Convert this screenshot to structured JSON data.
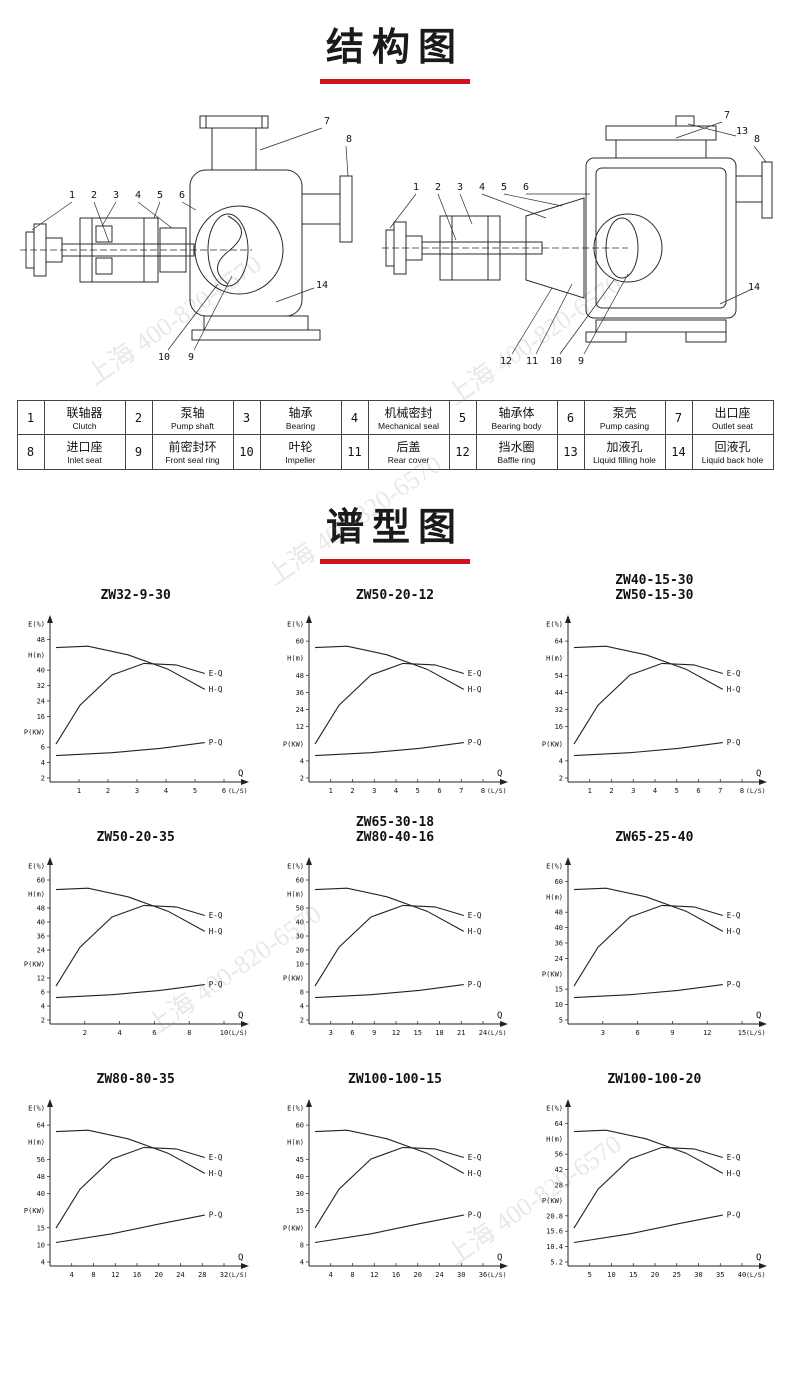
{
  "page": {
    "watermark": "上海 400-820-6570"
  },
  "sections": {
    "structure": {
      "title": "结构图"
    },
    "spectrum": {
      "title": "谱型图"
    }
  },
  "diagrams": {
    "left_callouts": [
      "1",
      "2",
      "3",
      "4",
      "5",
      "6",
      "7",
      "8",
      "9",
      "10",
      "14"
    ],
    "right_callouts": [
      "1",
      "2",
      "3",
      "4",
      "5",
      "6",
      "7",
      "8",
      "9",
      "10",
      "11",
      "12",
      "13",
      "14"
    ]
  },
  "parts": [
    {
      "no": "1",
      "cn": "联轴器",
      "en": "Clutch"
    },
    {
      "no": "2",
      "cn": "泵轴",
      "en": "Pump shaft"
    },
    {
      "no": "3",
      "cn": "轴承",
      "en": "Bearing"
    },
    {
      "no": "4",
      "cn": "机械密封",
      "en": "Mechanical seal"
    },
    {
      "no": "5",
      "cn": "轴承体",
      "en": "Bearing body"
    },
    {
      "no": "6",
      "cn": "泵壳",
      "en": "Pump casing"
    },
    {
      "no": "7",
      "cn": "出口座",
      "en": "Outlet seat"
    },
    {
      "no": "8",
      "cn": "进口座",
      "en": "Inlet seat"
    },
    {
      "no": "9",
      "cn": "前密封环",
      "en": "Front seal ring"
    },
    {
      "no": "10",
      "cn": "叶轮",
      "en": "Impeller"
    },
    {
      "no": "11",
      "cn": "后盖",
      "en": "Rear cover"
    },
    {
      "no": "12",
      "cn": "挡水圈",
      "en": "Baffle ring"
    },
    {
      "no": "13",
      "cn": "加液孔",
      "en": "Liquid filling hole"
    },
    {
      "no": "14",
      "cn": "回液孔",
      "en": "Liquid back hole"
    }
  ],
  "chart_data": [
    {
      "type": "line",
      "title_lines": [
        "ZW32-9-30"
      ],
      "left_labels": [
        "E(%)",
        "48",
        "H(m)",
        "40",
        "32",
        "24",
        "16",
        "P(KW)",
        "6",
        "4",
        "2"
      ],
      "x_ticks": [
        "1",
        "2",
        "3",
        "4",
        "5",
        "6"
      ],
      "x_axis_label": "Q",
      "x_unit": "(L/S)",
      "series": [
        {
          "name": "E-Q",
          "points": [
            [
              0,
              0.82
            ],
            [
              0.15,
              0.55
            ],
            [
              0.35,
              0.34
            ],
            [
              0.55,
              0.26
            ],
            [
              0.75,
              0.27
            ],
            [
              0.93,
              0.33
            ]
          ]
        },
        {
          "name": "H-Q",
          "points": [
            [
              0,
              0.15
            ],
            [
              0.2,
              0.14
            ],
            [
              0.45,
              0.2
            ],
            [
              0.7,
              0.3
            ],
            [
              0.93,
              0.44
            ]
          ]
        },
        {
          "name": "P-Q",
          "points": [
            [
              0,
              0.9
            ],
            [
              0.35,
              0.88
            ],
            [
              0.65,
              0.85
            ],
            [
              0.93,
              0.81
            ]
          ]
        }
      ]
    },
    {
      "type": "line",
      "title_lines": [
        "ZW50-20-12"
      ],
      "left_labels": [
        "E(%)",
        "60",
        "H(m)",
        "48",
        "36",
        "24",
        "12",
        "P(KW)",
        "4",
        "2"
      ],
      "x_ticks": [
        "1",
        "2",
        "3",
        "4",
        "5",
        "6",
        "7",
        "8"
      ],
      "x_axis_label": "Q",
      "x_unit": "(L/S)",
      "series": [
        {
          "name": "E-Q",
          "points": [
            [
              0,
              0.82
            ],
            [
              0.15,
              0.55
            ],
            [
              0.35,
              0.34
            ],
            [
              0.55,
              0.26
            ],
            [
              0.75,
              0.27
            ],
            [
              0.93,
              0.33
            ]
          ]
        },
        {
          "name": "H-Q",
          "points": [
            [
              0,
              0.15
            ],
            [
              0.2,
              0.14
            ],
            [
              0.45,
              0.2
            ],
            [
              0.7,
              0.3
            ],
            [
              0.93,
              0.44
            ]
          ]
        },
        {
          "name": "P-Q",
          "points": [
            [
              0,
              0.9
            ],
            [
              0.35,
              0.88
            ],
            [
              0.65,
              0.85
            ],
            [
              0.93,
              0.81
            ]
          ]
        }
      ]
    },
    {
      "type": "line",
      "title_lines": [
        "ZW40-15-30",
        "ZW50-15-30"
      ],
      "left_labels": [
        "E(%)",
        "64",
        "H(m)",
        "54",
        "44",
        "32",
        "16",
        "P(KW)",
        "4",
        "2"
      ],
      "x_ticks": [
        "1",
        "2",
        "3",
        "4",
        "5",
        "6",
        "7",
        "8"
      ],
      "x_axis_label": "Q",
      "x_unit": "(L/S)",
      "series": [
        {
          "name": "E-Q",
          "points": [
            [
              0,
              0.82
            ],
            [
              0.15,
              0.55
            ],
            [
              0.35,
              0.34
            ],
            [
              0.55,
              0.26
            ],
            [
              0.75,
              0.27
            ],
            [
              0.93,
              0.33
            ]
          ]
        },
        {
          "name": "H-Q",
          "points": [
            [
              0,
              0.15
            ],
            [
              0.2,
              0.14
            ],
            [
              0.45,
              0.2
            ],
            [
              0.7,
              0.3
            ],
            [
              0.93,
              0.44
            ]
          ]
        },
        {
          "name": "P-Q",
          "points": [
            [
              0,
              0.9
            ],
            [
              0.35,
              0.88
            ],
            [
              0.65,
              0.85
            ],
            [
              0.93,
              0.81
            ]
          ]
        }
      ]
    },
    {
      "type": "line",
      "title_lines": [
        "ZW50-20-35"
      ],
      "left_labels": [
        "E(%)",
        "60",
        "H(m)",
        "48",
        "40",
        "36",
        "24",
        "P(KW)",
        "12",
        "6",
        "4",
        "2"
      ],
      "x_ticks": [
        "2",
        "4",
        "6",
        "8",
        "10"
      ],
      "x_axis_label": "Q",
      "x_unit": "(L/S)",
      "series": [
        {
          "name": "E-Q",
          "points": [
            [
              0,
              0.82
            ],
            [
              0.15,
              0.55
            ],
            [
              0.35,
              0.34
            ],
            [
              0.55,
              0.26
            ],
            [
              0.75,
              0.27
            ],
            [
              0.93,
              0.33
            ]
          ]
        },
        {
          "name": "H-Q",
          "points": [
            [
              0,
              0.15
            ],
            [
              0.2,
              0.14
            ],
            [
              0.45,
              0.2
            ],
            [
              0.7,
              0.3
            ],
            [
              0.93,
              0.44
            ]
          ]
        },
        {
          "name": "P-Q",
          "points": [
            [
              0,
              0.9
            ],
            [
              0.35,
              0.88
            ],
            [
              0.65,
              0.85
            ],
            [
              0.93,
              0.81
            ]
          ]
        }
      ]
    },
    {
      "type": "line",
      "title_lines": [
        "ZW65-30-18",
        "ZW80-40-16"
      ],
      "left_labels": [
        "E(%)",
        "60",
        "H(m)",
        "50",
        "40",
        "30",
        "20",
        "10",
        "P(KW)",
        "8",
        "4",
        "2"
      ],
      "x_ticks": [
        "3",
        "6",
        "9",
        "12",
        "15",
        "18",
        "21",
        "24"
      ],
      "x_axis_label": "Q",
      "x_unit": "(L/S)",
      "series": [
        {
          "name": "E-Q",
          "points": [
            [
              0,
              0.82
            ],
            [
              0.15,
              0.55
            ],
            [
              0.35,
              0.34
            ],
            [
              0.55,
              0.26
            ],
            [
              0.75,
              0.27
            ],
            [
              0.93,
              0.33
            ]
          ]
        },
        {
          "name": "H-Q",
          "points": [
            [
              0,
              0.15
            ],
            [
              0.2,
              0.14
            ],
            [
              0.45,
              0.2
            ],
            [
              0.7,
              0.3
            ],
            [
              0.93,
              0.44
            ]
          ]
        },
        {
          "name": "P-Q",
          "points": [
            [
              0,
              0.9
            ],
            [
              0.35,
              0.88
            ],
            [
              0.65,
              0.85
            ],
            [
              0.93,
              0.81
            ]
          ]
        }
      ]
    },
    {
      "type": "line",
      "title_lines": [
        "ZW65-25-40"
      ],
      "left_labels": [
        "E(%)",
        "60",
        "H(m)",
        "48",
        "40",
        "36",
        "24",
        "P(KW)",
        "15",
        "10",
        "5"
      ],
      "x_ticks": [
        "3",
        "6",
        "9",
        "12",
        "15"
      ],
      "x_axis_label": "Q",
      "x_unit": "(L/S)",
      "series": [
        {
          "name": "E-Q",
          "points": [
            [
              0,
              0.82
            ],
            [
              0.15,
              0.55
            ],
            [
              0.35,
              0.34
            ],
            [
              0.55,
              0.26
            ],
            [
              0.75,
              0.27
            ],
            [
              0.93,
              0.33
            ]
          ]
        },
        {
          "name": "H-Q",
          "points": [
            [
              0,
              0.15
            ],
            [
              0.2,
              0.14
            ],
            [
              0.45,
              0.2
            ],
            [
              0.7,
              0.3
            ],
            [
              0.93,
              0.44
            ]
          ]
        },
        {
          "name": "P-Q",
          "points": [
            [
              0,
              0.9
            ],
            [
              0.35,
              0.88
            ],
            [
              0.65,
              0.85
            ],
            [
              0.93,
              0.81
            ]
          ]
        }
      ]
    },
    {
      "type": "line",
      "title_lines": [
        "ZW80-80-35"
      ],
      "left_labels": [
        "E(%)",
        "64",
        "H(m)",
        "56",
        "48",
        "40",
        "P(KW)",
        "15",
        "10",
        "4"
      ],
      "x_ticks": [
        "4",
        "8",
        "12",
        "16",
        "20",
        "24",
        "28",
        "32"
      ],
      "x_axis_label": "Q",
      "x_unit": "(L/S)",
      "series": [
        {
          "name": "E-Q",
          "points": [
            [
              0,
              0.82
            ],
            [
              0.15,
              0.55
            ],
            [
              0.35,
              0.34
            ],
            [
              0.55,
              0.26
            ],
            [
              0.75,
              0.27
            ],
            [
              0.93,
              0.33
            ]
          ]
        },
        {
          "name": "H-Q",
          "points": [
            [
              0,
              0.15
            ],
            [
              0.2,
              0.14
            ],
            [
              0.45,
              0.2
            ],
            [
              0.7,
              0.3
            ],
            [
              0.93,
              0.44
            ]
          ]
        },
        {
          "name": "P-Q",
          "points": [
            [
              0,
              0.92
            ],
            [
              0.35,
              0.86
            ],
            [
              0.65,
              0.79
            ],
            [
              0.93,
              0.73
            ]
          ]
        }
      ]
    },
    {
      "type": "line",
      "title_lines": [
        "ZW100-100-15"
      ],
      "left_labels": [
        "E(%)",
        "60",
        "H(m)",
        "45",
        "40",
        "30",
        "15",
        "P(KW)",
        "8",
        "4"
      ],
      "x_ticks": [
        "4",
        "8",
        "12",
        "16",
        "20",
        "24",
        "30",
        "36"
      ],
      "x_axis_label": "Q",
      "x_unit": "(L/S)",
      "series": [
        {
          "name": "E-Q",
          "points": [
            [
              0,
              0.82
            ],
            [
              0.15,
              0.55
            ],
            [
              0.35,
              0.34
            ],
            [
              0.55,
              0.26
            ],
            [
              0.75,
              0.27
            ],
            [
              0.93,
              0.33
            ]
          ]
        },
        {
          "name": "H-Q",
          "points": [
            [
              0,
              0.15
            ],
            [
              0.2,
              0.14
            ],
            [
              0.45,
              0.2
            ],
            [
              0.7,
              0.3
            ],
            [
              0.93,
              0.44
            ]
          ]
        },
        {
          "name": "P-Q",
          "points": [
            [
              0,
              0.92
            ],
            [
              0.35,
              0.86
            ],
            [
              0.65,
              0.79
            ],
            [
              0.93,
              0.73
            ]
          ]
        }
      ]
    },
    {
      "type": "line",
      "title_lines": [
        "ZW100-100-20"
      ],
      "left_labels": [
        "E(%)",
        "64",
        "H(m)",
        "56",
        "42",
        "28",
        "P(KW)",
        "20.8",
        "15.6",
        "10.4",
        "5.2"
      ],
      "x_ticks": [
        "5",
        "10",
        "15",
        "20",
        "25",
        "30",
        "35",
        "40"
      ],
      "x_axis_label": "Q",
      "x_unit": "(L/S)",
      "series": [
        {
          "name": "E-Q",
          "points": [
            [
              0,
              0.82
            ],
            [
              0.15,
              0.55
            ],
            [
              0.35,
              0.34
            ],
            [
              0.55,
              0.26
            ],
            [
              0.75,
              0.27
            ],
            [
              0.93,
              0.33
            ]
          ]
        },
        {
          "name": "H-Q",
          "points": [
            [
              0,
              0.15
            ],
            [
              0.2,
              0.14
            ],
            [
              0.45,
              0.2
            ],
            [
              0.7,
              0.3
            ],
            [
              0.93,
              0.44
            ]
          ]
        },
        {
          "name": "P-Q",
          "points": [
            [
              0,
              0.92
            ],
            [
              0.35,
              0.86
            ],
            [
              0.65,
              0.79
            ],
            [
              0.93,
              0.73
            ]
          ]
        }
      ]
    }
  ]
}
